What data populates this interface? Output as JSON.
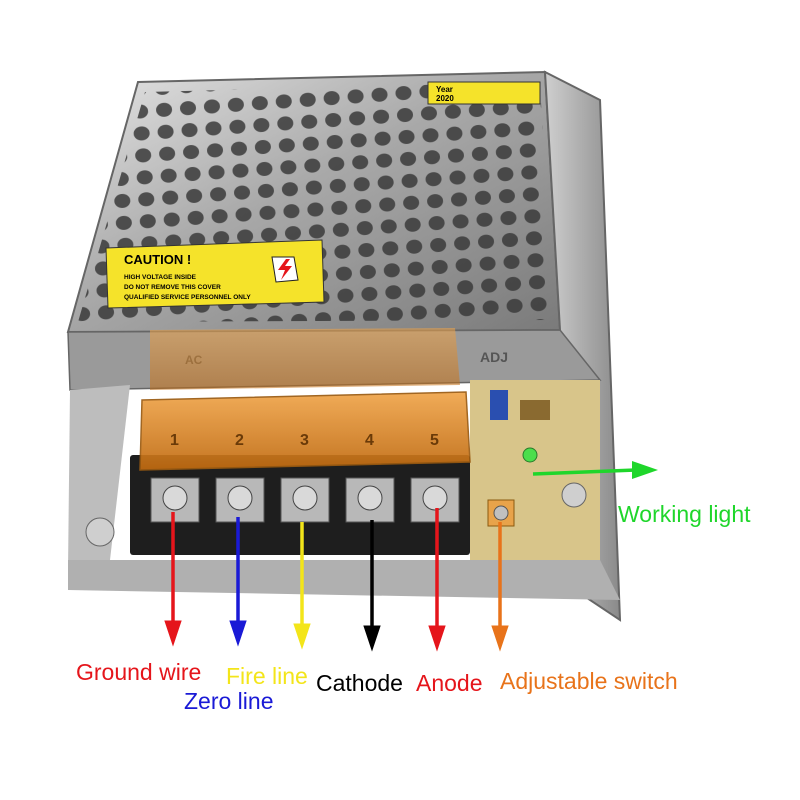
{
  "caution": {
    "title": "CAUTION !",
    "line1": "HIGH VOLTAGE INSIDE",
    "line2": "DO NOT REMOVE THIS COVER",
    "line3": "QUALIFIED SERVICE PERSONNEL ONLY"
  },
  "date_sticker": {
    "header": "Year",
    "year": "2020"
  },
  "board_marks": {
    "ac": "AC",
    "adj": "ADJ"
  },
  "terminal_numbers": [
    "1",
    "2",
    "3",
    "4",
    "5"
  ],
  "labels": {
    "ground": "Ground wire",
    "zero": "Zero line",
    "fire": "Fire line",
    "cathode": "Cathode",
    "anode": "Anode",
    "adjustable": "Adjustable switch",
    "working": "Working light"
  },
  "colors": {
    "ground": "#e5151b",
    "zero": "#1a1ad6",
    "fire": "#f3e51a",
    "cathode": "#000000",
    "anode": "#e5151b",
    "adjustable": "#e8731a",
    "working": "#1fd62b",
    "caution_yellow": "#f5e32a"
  }
}
